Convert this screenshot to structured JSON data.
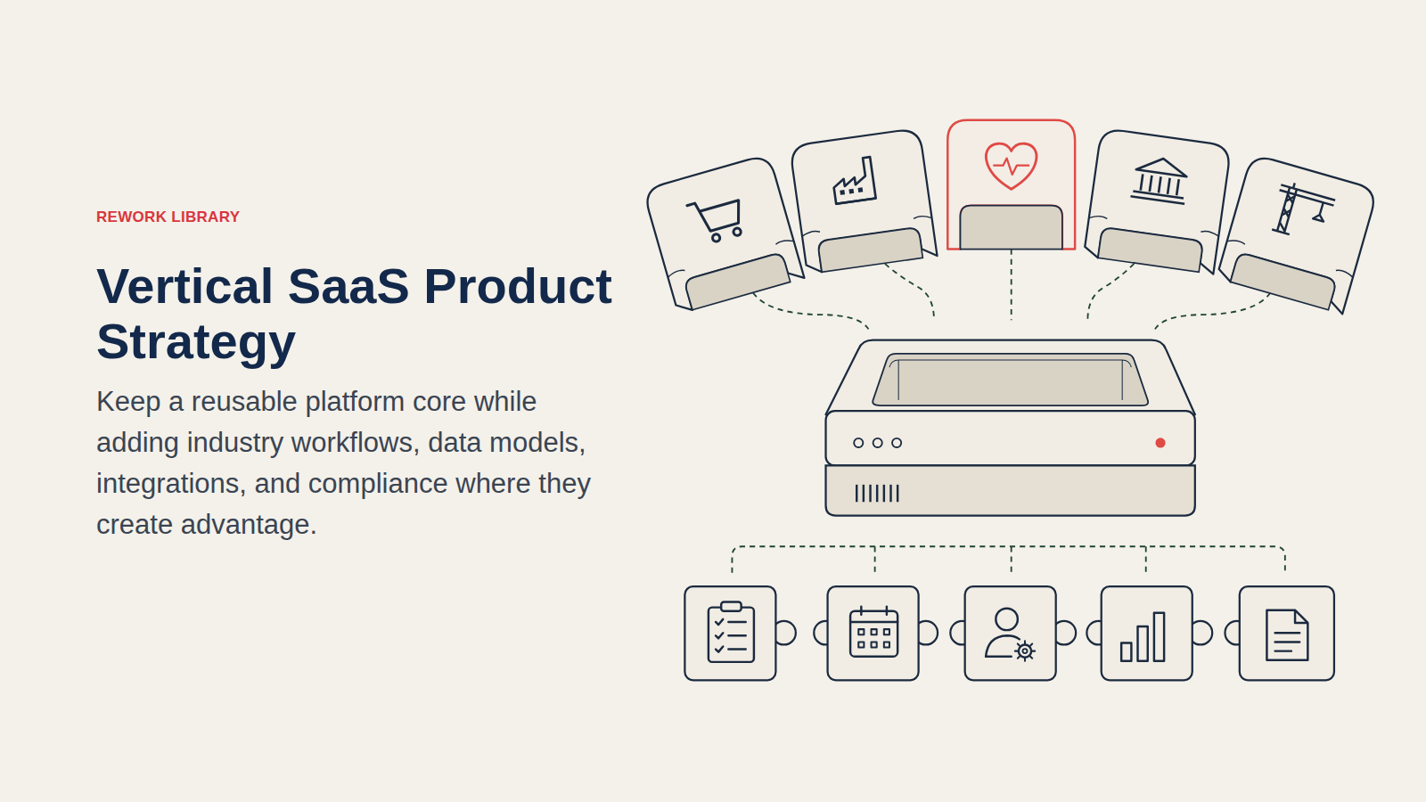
{
  "diagram": {
    "title": "Vertical SaaS Product Strategy",
    "caption": "Keep a reusable platform core while adding industry workflows, data models, integrations, and compliance where they create advantage.",
    "labels": [
      "REWORK LIBRARY"
    ]
  }
}
